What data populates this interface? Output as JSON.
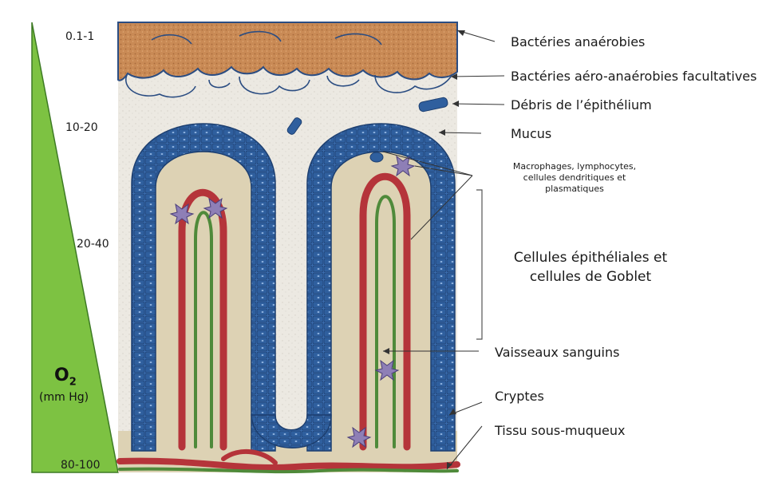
{
  "o2_scale": {
    "title_main": "O",
    "title_sub": "2",
    "unit": "(mm Hg)",
    "levels": [
      "0.1-1",
      "10-20",
      "20-40",
      "80-100"
    ]
  },
  "labels": {
    "anaerobic": "Bactéries anaérobies",
    "facultative": "Bactéries aéro-anaérobies facultatives",
    "debris": "Débris de l’épithélium",
    "mucus": "Mucus",
    "immune": "Macrophages, lymphocytes, cellules dendritiques et plasmatiques",
    "epithelial": "Cellules épithéliales et cellules de Goblet",
    "vessels": "Vaisseaux sanguins",
    "crypts": "Cryptes",
    "submucosa": "Tissu sous-muqueux"
  },
  "colors": {
    "gradient_triangle": "#7dc242",
    "bacteria": "#c98a55",
    "epithelium": "#2f5f9e",
    "mucus": "#ece9e2",
    "lamina": "#ddd2b4",
    "vessel_red": "#b5343a",
    "vessel_green": "#4f8a3a",
    "immune_cell": "#8e7fb6"
  }
}
